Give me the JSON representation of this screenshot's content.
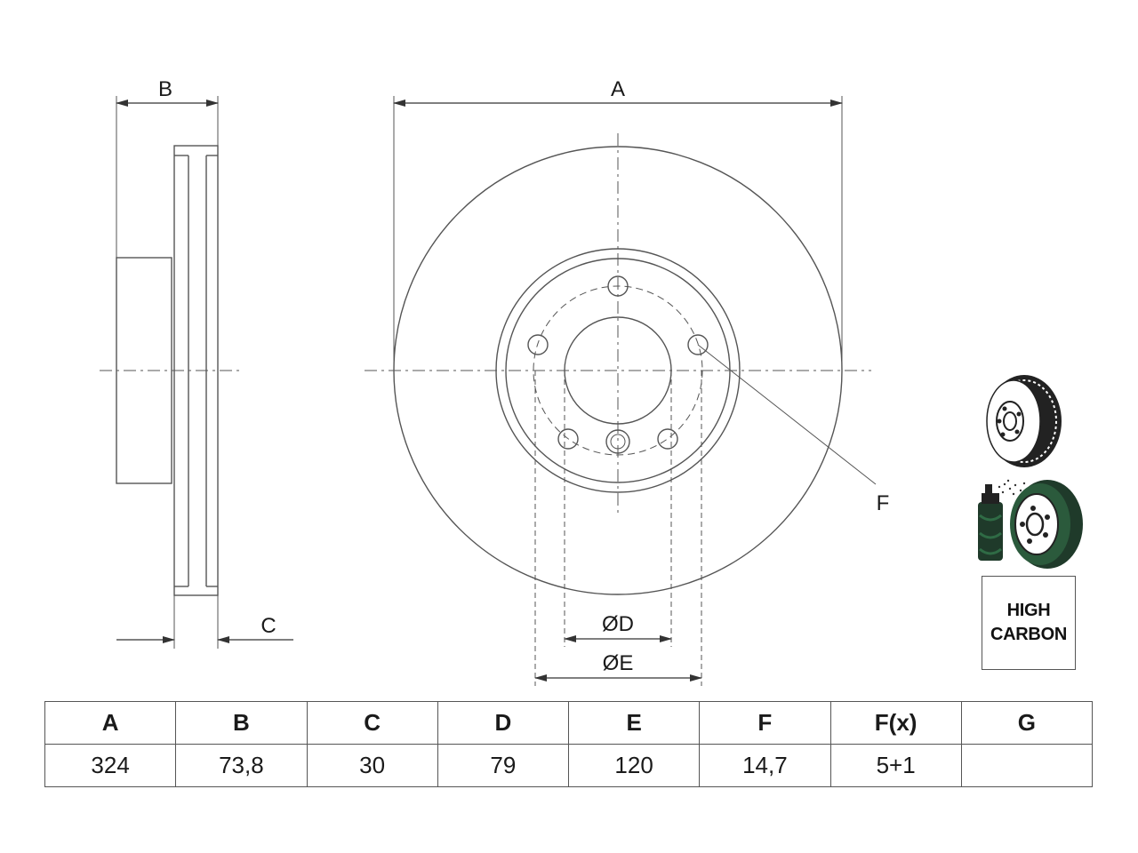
{
  "drawing": {
    "dimension_labels": {
      "A": "A",
      "B": "B",
      "C": "C",
      "D": "ØD",
      "E": "ØE",
      "F": "F"
    }
  },
  "badge": {
    "line1": "HIGH",
    "line2": "CARBON"
  },
  "spec_table": {
    "headers": [
      "A",
      "B",
      "C",
      "D",
      "E",
      "F",
      "F(x)",
      "G"
    ],
    "values": [
      "324",
      "73,8",
      "30",
      "79",
      "120",
      "14,7",
      "5+1",
      ""
    ]
  },
  "icons": [
    "vented-disc-icon",
    "coated-disc-spray-icon"
  ]
}
